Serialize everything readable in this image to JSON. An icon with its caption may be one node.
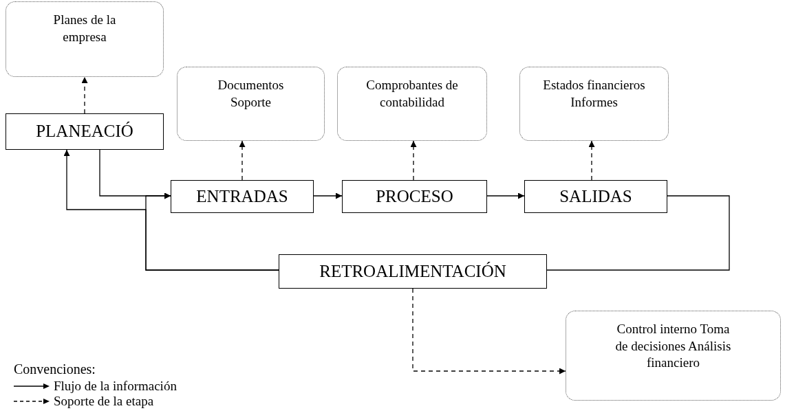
{
  "diagram": {
    "nodes": [
      {
        "text": [
          "Planes de la empresa"
        ]
      },
      {
        "text": [
          "PLANEACIÓ"
        ]
      },
      {
        "text": [
          "Documentos Soporte"
        ]
      },
      {
        "text": [
          "Comprobantes de contabilidad"
        ]
      },
      {
        "text": [
          "Estados financieros Informes"
        ]
      },
      {
        "text": [
          "ENTRADAS"
        ]
      },
      {
        "text": [
          "PROCESO"
        ]
      },
      {
        "text": [
          "SALIDAS"
        ]
      },
      {
        "text": [
          "RETROALIMENTACIÓN"
        ]
      },
      {
        "text": [
          "Control interno Toma de decisiones Análisis financiero"
        ]
      }
    ],
    "edges": [
      {
        "from": 1,
        "to": 0,
        "arrow": "to",
        "style": "dashed"
      },
      {
        "from": 5,
        "to": 2,
        "arrow": "to",
        "style": "dashed"
      },
      {
        "from": 6,
        "to": 3,
        "arrow": "to",
        "style": "dashed"
      },
      {
        "from": 7,
        "to": 4,
        "arrow": "to",
        "style": "dashed"
      },
      {
        "from": 1,
        "to": 5,
        "arrow": "to"
      },
      {
        "from": 5,
        "to": 6,
        "arrow": "to"
      },
      {
        "from": 6,
        "to": 7,
        "arrow": "to"
      },
      {
        "from": 7,
        "to": 8,
        "arrow": "none"
      },
      {
        "from": 8,
        "to": 1,
        "arrow": "to"
      },
      {
        "from": 8,
        "to": 5,
        "arrow": "to"
      },
      {
        "from": 8,
        "to": 9,
        "arrow": "to",
        "style": "dashed"
      }
    ],
    "labels": [
      "Convenciones:"
    ],
    "legend": [
      {
        "text": "Flujo de la información"
      },
      {
        "text": "Soporte de la etapa"
      }
    ]
  }
}
